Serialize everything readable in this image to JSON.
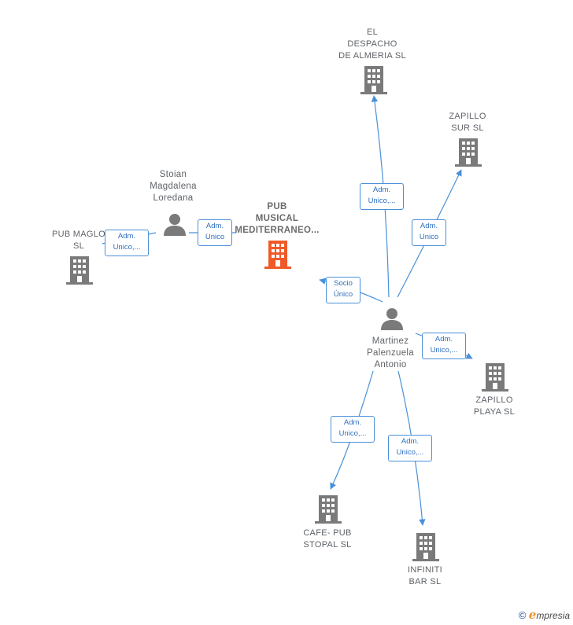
{
  "colors": {
    "edge": "#4a90d9",
    "building": "#7a7a7a",
    "main_building": "#f05a28",
    "person": "#7a7a7a"
  },
  "nodes": {
    "pub_musical": {
      "label": "PUB\nMUSICAL\nMEDITERRANEO...",
      "icon": "building-icon"
    },
    "el_despacho": {
      "label": "EL\nDESPACHO\nDE ALMERIA SL",
      "icon": "building-icon"
    },
    "zapillo_sur": {
      "label": "ZAPILLO\nSUR SL",
      "icon": "building-icon"
    },
    "stoian": {
      "label": "Stoian\nMagdalena\nLoredana",
      "icon": "person-icon"
    },
    "pub_maglo": {
      "label": "PUB MAGLO\nSL",
      "icon": "building-icon"
    },
    "martinez": {
      "label": "Martinez\nPalenzuela\nAntonio",
      "icon": "person-icon"
    },
    "zapillo_playa": {
      "label": "ZAPILLO\nPLAYA  SL",
      "icon": "building-icon"
    },
    "cafe_pub": {
      "label": "CAFE- PUB\nSTOPAL  SL",
      "icon": "building-icon"
    },
    "infiniti": {
      "label": "INFINITI\nBAR  SL",
      "icon": "building-icon"
    }
  },
  "edges": {
    "e_despacho": "Adm.\nUnico,...",
    "e_zapillo_sur": "Adm.\nUnico",
    "e_socio": "Socio\nÚnico",
    "e_playa": "Adm.\nUnico,...",
    "e_cafe": "Adm.\nUnico,...",
    "e_infiniti": "Adm.\nUnico,...",
    "e_stoian_pub": "Adm.\nUnico",
    "e_maglo": "Adm.\nUnico,..."
  },
  "footer": {
    "copyright": "©",
    "brand_initial": "e",
    "brand_rest": "mpresia"
  }
}
